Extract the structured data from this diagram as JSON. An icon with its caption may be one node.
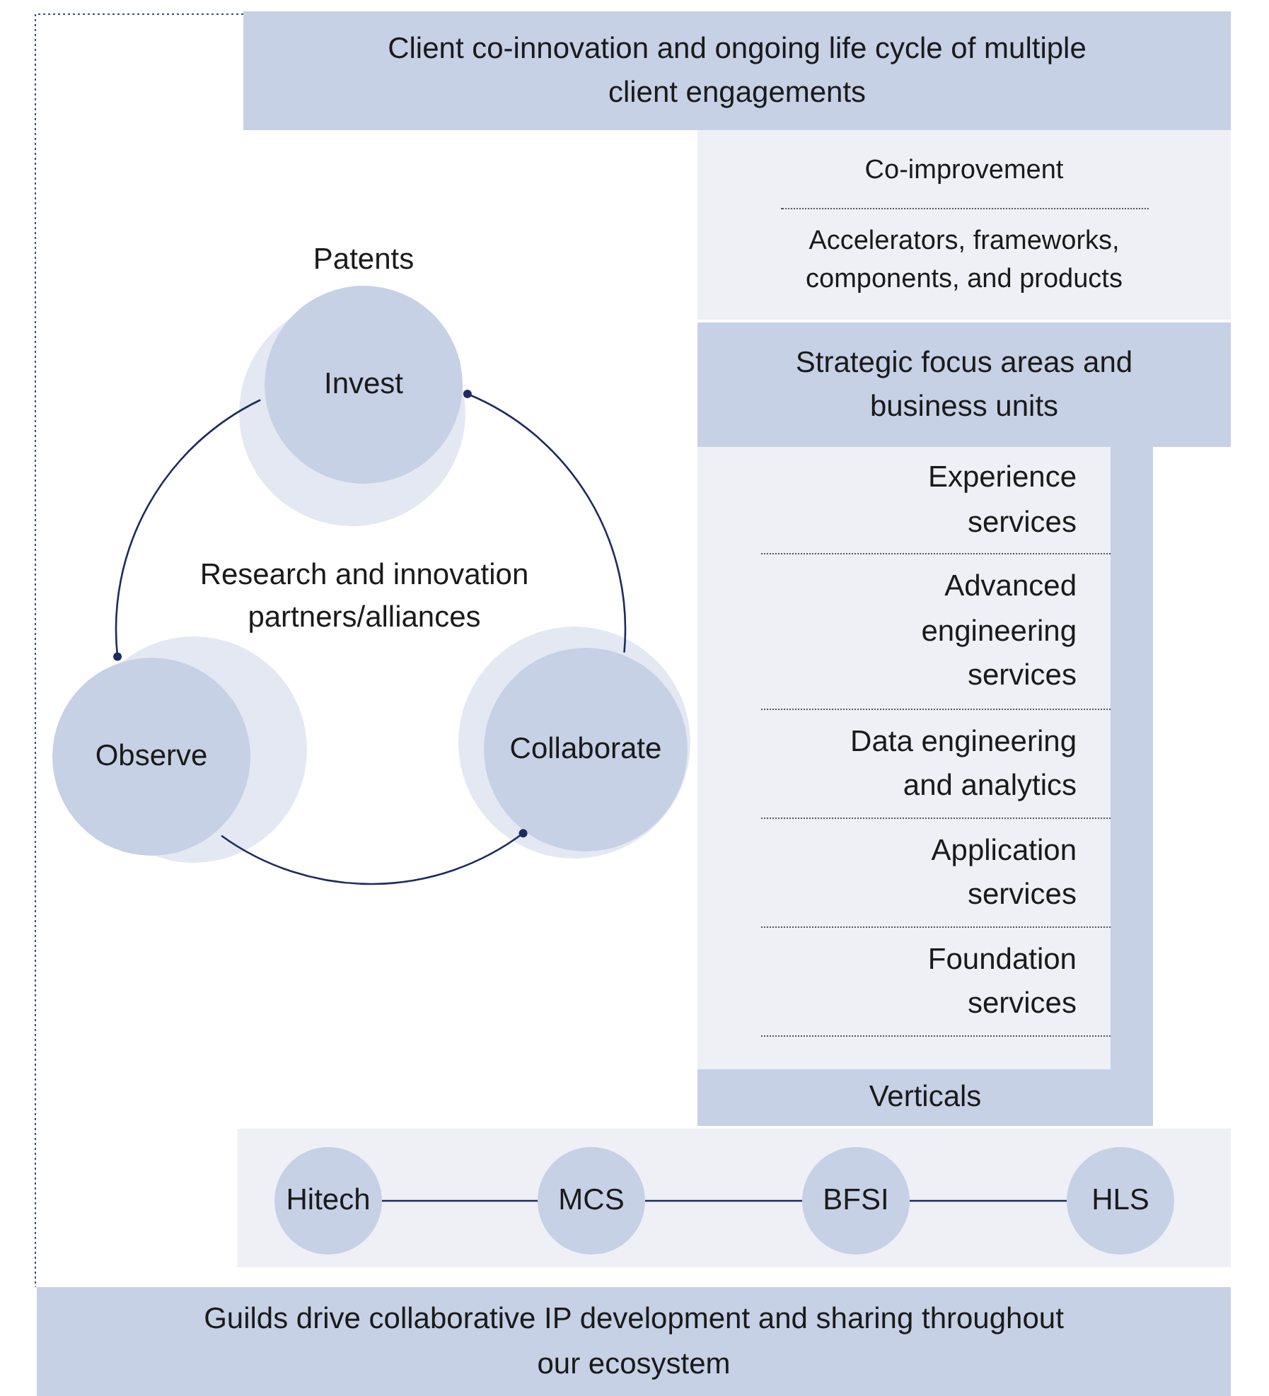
{
  "diagram": {
    "nodes": [
      {
        "text": [
          "Client co-innovation and ongoing life cycle of multiple client engagements"
        ]
      },
      {
        "text": [
          "Co-improvement",
          "Accelerators, frameworks, components, and products"
        ]
      },
      {
        "text": [
          "Strategic focus areas and business units"
        ]
      },
      {
        "text": [
          "Experience services"
        ]
      },
      {
        "text": [
          "Advanced engineering services"
        ]
      },
      {
        "text": [
          "Data engineering and analytics"
        ]
      },
      {
        "text": [
          "Application services"
        ]
      },
      {
        "text": [
          "Foundation services"
        ]
      },
      {
        "text": [
          "Verticals"
        ]
      },
      {
        "text": [],
        "shape": "box"
      },
      {
        "text": [
          "Hitech"
        ],
        "in": 9
      },
      {
        "text": [
          "MCS"
        ],
        "in": 9
      },
      {
        "text": [
          "BFSI"
        ],
        "in": 9
      },
      {
        "text": [
          "HLS"
        ],
        "in": 9
      },
      {
        "text": [
          "Invest"
        ],
        "beside": [
          "Patents"
        ]
      },
      {
        "text": [
          "Observe"
        ]
      },
      {
        "text": [
          "Collaborate"
        ]
      },
      {
        "text": [
          "Guilds drive collaborative IP development and sharing throughout our ecosystem"
        ]
      }
    ],
    "edges": [
      {
        "from": 10,
        "to": 11,
        "arrow": "none"
      },
      {
        "from": 11,
        "to": 12,
        "arrow": "none"
      },
      {
        "from": 12,
        "to": 13,
        "arrow": "none"
      },
      {
        "from": 14,
        "to": 15,
        "arrow": "other"
      },
      {
        "from": 15,
        "to": 16,
        "arrow": "other"
      },
      {
        "from": 16,
        "to": 14,
        "arrow": "other"
      }
    ],
    "labels": [
      "Research and innovation partners/alliances"
    ]
  }
}
